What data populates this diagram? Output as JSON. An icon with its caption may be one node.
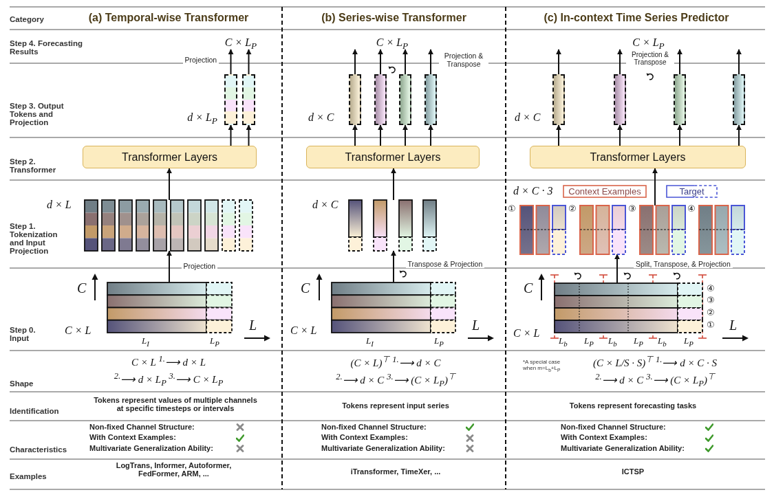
{
  "diagram": {
    "nodes": [
      {
        "text": [
          "Transformer Layers"
        ]
      },
      {
        "text": [
          "Transformer Layers"
        ]
      },
      {
        "text": [
          "Transformer Layers"
        ]
      },
      {
        "text": [],
        "shape": "bar"
      },
      {
        "text": [],
        "shape": "bar"
      },
      {
        "text": [],
        "shape": "bar"
      },
      {
        "text": [],
        "shape": "bar"
      },
      {
        "text": [],
        "shape": "bar"
      },
      {
        "text": [],
        "shape": "bar"
      },
      {
        "text": [],
        "shape": "bar"
      },
      {
        "text": [],
        "shape": "bar"
      },
      {
        "text": [],
        "shape": "bar"
      },
      {
        "text": [],
        "shape": "bar"
      },
      {
        "text": [],
        "shape": "box"
      },
      {
        "text": [],
        "shape": "box"
      },
      {
        "text": [],
        "shape": "box"
      },
      {
        "text": [],
        "shape": "bar"
      },
      {
        "text": [],
        "shape": "bar"
      },
      {
        "text": [],
        "shape": "bar"
      },
      {
        "text": [
          "C × L$_{P}$"
        ]
      },
      {
        "text": [
          "C × L$_{P}$"
        ]
      },
      {
        "text": [
          "C × L$_{P}$"
        ]
      }
    ],
    "edges": [
      {
        "from": 16,
        "to": 0,
        "arrow": "to"
      },
      {
        "from": 0,
        "to": 3,
        "arrow": "to"
      },
      {
        "from": 0,
        "to": 4,
        "arrow": "to"
      },
      {
        "from": 3,
        "to": 19,
        "arrow": "to"
      },
      {
        "from": 4,
        "to": 19,
        "arrow": "to"
      },
      {
        "from": 17,
        "to": 1,
        "arrow": "to"
      },
      {
        "from": 1,
        "to": 5,
        "arrow": "to"
      },
      {
        "from": 1,
        "to": 6,
        "arrow": "to"
      },
      {
        "from": 1,
        "to": 7,
        "arrow": "to"
      },
      {
        "from": 1,
        "to": 8,
        "arrow": "to"
      },
      {
        "from": 5,
        "to": 20,
        "arrow": "to"
      },
      {
        "from": 6,
        "to": 20,
        "arrow": "to"
      },
      {
        "from": 7,
        "to": 20,
        "arrow": "to"
      },
      {
        "from": 8,
        "to": 20,
        "arrow": "to"
      },
      {
        "from": 18,
        "to": 2,
        "arrow": "to"
      },
      {
        "from": 2,
        "to": 9,
        "arrow": "to"
      },
      {
        "from": 2,
        "to": 10,
        "arrow": "to"
      },
      {
        "from": 2,
        "to": 11,
        "arrow": "to"
      },
      {
        "from": 2,
        "to": 12,
        "arrow": "to"
      },
      {
        "from": 9,
        "to": null,
        "arrow": "to"
      },
      {
        "from": 10,
        "to": 21,
        "arrow": "to"
      },
      {
        "from": 11,
        "to": 21,
        "arrow": "to"
      },
      {
        "from": 12,
        "to": null,
        "arrow": "to"
      },
      {
        "from": 13,
        "to": 16,
        "arrow": "to"
      },
      {
        "from": 14,
        "to": 17,
        "arrow": "to"
      },
      {
        "from": 15,
        "to": 18,
        "arrow": "to"
      }
    ],
    "labels": [
      "Category",
      "(a) Temporal-wise Transformer",
      "(b) Series-wise Transformer",
      "(c) In-context Time Series Predictor",
      "Step 4. Forecasting Results",
      "Projection",
      "Projection & Transpose",
      "Projection & Transpose",
      "Step 3. Output Tokens and Projection",
      "d × L$_{P}$",
      "d × C",
      "d × C",
      "Step 2. Transformer",
      "d × L",
      "d × C",
      "d × C · 3",
      "①",
      "②",
      "③",
      "④",
      "Step 1. Tokenization and Input Projection",
      "Projection",
      "Transpose & Projection",
      "Split, Transpose, & Projection",
      "C",
      "C",
      "C",
      "④",
      "③",
      "②",
      "①",
      "Step 0. Input",
      "C × L",
      "L",
      "C × L",
      "L",
      "C × L",
      "L",
      "L$_{I}$",
      "L$_{P}$",
      "L$_{I}$",
      "L$_{P}$",
      "L$_{b}$",
      "L$_{P}$",
      "L$_{b}$",
      "L$_{P}$",
      "L$_{b}$",
      "L$_{P}$",
      "Shape",
      "C × L $^{1.}$⟶ d × L",
      "$^{2.}$⟶ d × L$_{P}$ $^{3.}$⟶ C × L$_{P}$",
      "(C × L)$^{⊤}$ $^{1.}$⟶ d × C",
      "$^{2.}$⟶ d × C $^{3.}$⟶ (C × L$_{P}$)$^{⊤}$",
      "*A special case when m=L$_{b}$+L$_{P}$",
      "(C × L/S · S)$^{⊤}$ $^{1.}$⟶ d × C · S",
      "$^{2.}$⟶ d × C $^{3.}$⟶ (C × L$_{P}$)$^{⊤}$",
      "Identification",
      "Tokens represent values of multiple channels at specific timesteps or intervals",
      "Tokens represent input series",
      "Tokens represent forecasting tasks",
      "Characteristics",
      "Non-fixed Channel Structure:",
      "With Context Examples:",
      "Multivariate Generalization Ability:",
      "Non-fixed Channel Structure:",
      "With Context Examples:",
      "Multivariate Generalization Ability:",
      "Non-fixed Channel Structure:",
      "With Context Examples:",
      "Multivariate Generalization Ability:",
      "Examples",
      "LogTrans, Informer, Autoformer, FedFormer, ARM, ...",
      "iTransformer, TimeXer, ...",
      "ICTSP"
    ],
    "legend": [
      {
        "text": "Context Examples"
      },
      {
        "text": "Target"
      }
    ]
  }
}
